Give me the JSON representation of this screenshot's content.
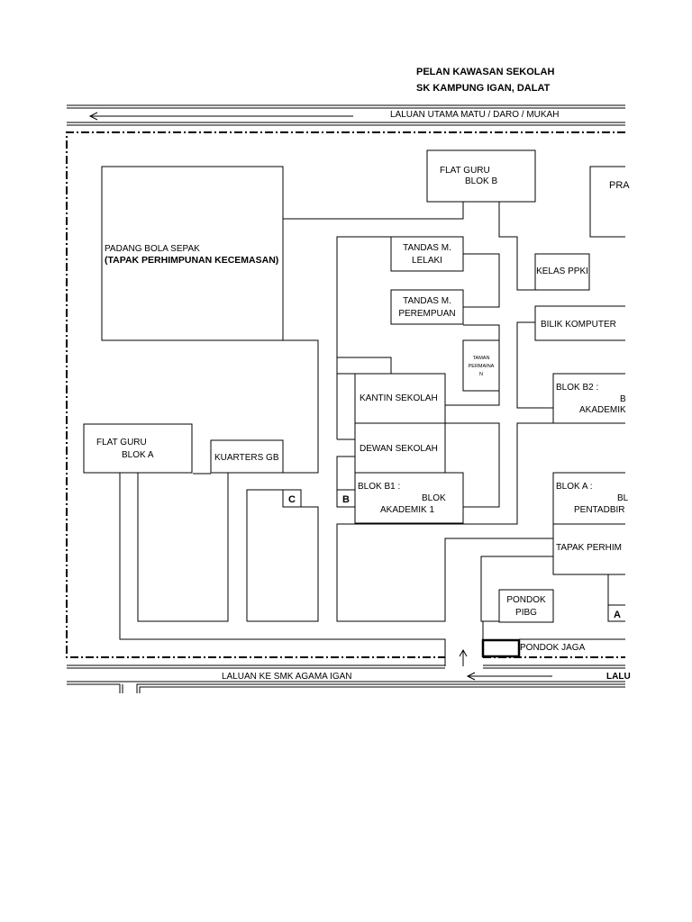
{
  "title": {
    "line1": "PELAN KAWASAN SEKOLAH",
    "line2": "SK KAMPUNG IGAN, DALAT"
  },
  "roads": {
    "top": "LALUAN  UTAMA MATU / DARO / MUKAH",
    "bottom_left": "LALUAN KE SMK AGAMA IGAN",
    "bottom_right": "LALU"
  },
  "buildings": {
    "padang_line1": "PADANG BOLA SEPAK",
    "padang_line2": "(TAPAK PERHIMPUNAN KECEMASAN)",
    "flat_b_line1": "FLAT GURU",
    "flat_b_line2": "BLOK B",
    "pra": "PRA",
    "tandas_l_line1": "TANDAS M.",
    "tandas_l_line2": "LELAKI",
    "kelas_ppki": "KELAS PPKI",
    "tandas_p_line1": "TANDAS M.",
    "tandas_p_line2": "PEREMPUAN",
    "bilik_komputer": "BILIK KOMPUTER",
    "taman_line1": "TAMAN",
    "taman_line2": "PERMAINA",
    "taman_line3": "N",
    "kantin": "KANTIN SEKOLAH",
    "b2_line1": "BLOK  B2 :",
    "b2_line2": "B",
    "b2_line3": "AKADEMIK",
    "flat_a_line1": "FLAT GURU",
    "flat_a_line2": "BLOK A",
    "kuarters": "KUARTERS GB",
    "dewan": "DEWAN SEKOLAH",
    "b1_line1": "BLOK  B1 :",
    "b1_line2": "BLOK",
    "b1_line3": "AKADEMIK 1",
    "a_line1": "BLOK  A :",
    "a_line2": "BL",
    "a_line3": "PENTADBIR",
    "tapak": "TAPAK PERHIM",
    "pondok_pibg_line1": "PONDOK",
    "pondok_pibg_line2": "PIBG",
    "pondok_jaga": "PONDOK JAGA"
  },
  "markers": {
    "a": "A",
    "b": "B",
    "c": "C"
  }
}
